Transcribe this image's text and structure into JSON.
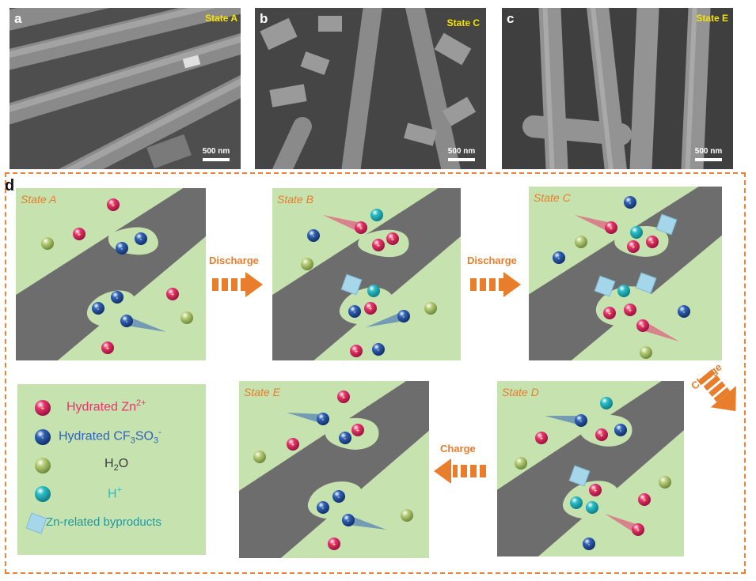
{
  "sem_panels": [
    {
      "letter": "a",
      "state": "State A",
      "scale": "500 nm"
    },
    {
      "letter": "b",
      "state": "State C",
      "scale": "500 nm"
    },
    {
      "letter": "c",
      "state": "State E",
      "scale": "500 nm"
    }
  ],
  "schematic": {
    "panel_letter": "d",
    "states": {
      "A": "State A",
      "B": "State B",
      "C": "State C",
      "D": "State D",
      "E": "State E"
    },
    "arrows": {
      "ab": "Discharge",
      "bc": "Discharge",
      "cd": "Charge",
      "de": "Charge"
    },
    "ion_signs": {
      "plus": "+",
      "minus": "-"
    }
  },
  "legend": {
    "zn": {
      "text": "Hydrated Zn",
      "sup": "2+"
    },
    "cf": {
      "t1": "Hydrated CF",
      "s1": "3",
      "t2": "SO",
      "s2": "3",
      "sup": "-"
    },
    "h2o": {
      "t1": "H",
      "s1": "2",
      "t2": "O"
    },
    "h": {
      "text": "H",
      "sup": "+"
    },
    "byp": {
      "text": "Zn-related byproducts"
    }
  },
  "colors": {
    "orange": "#e87d2c",
    "panel_bg": "#c6e2af",
    "band": "#6d6d6d",
    "zn": "#e8356e",
    "cf": "#2f63b8",
    "h2o": "#b9cf7a",
    "h": "#2bbdc6",
    "byproduct": "#a6d6ea"
  }
}
